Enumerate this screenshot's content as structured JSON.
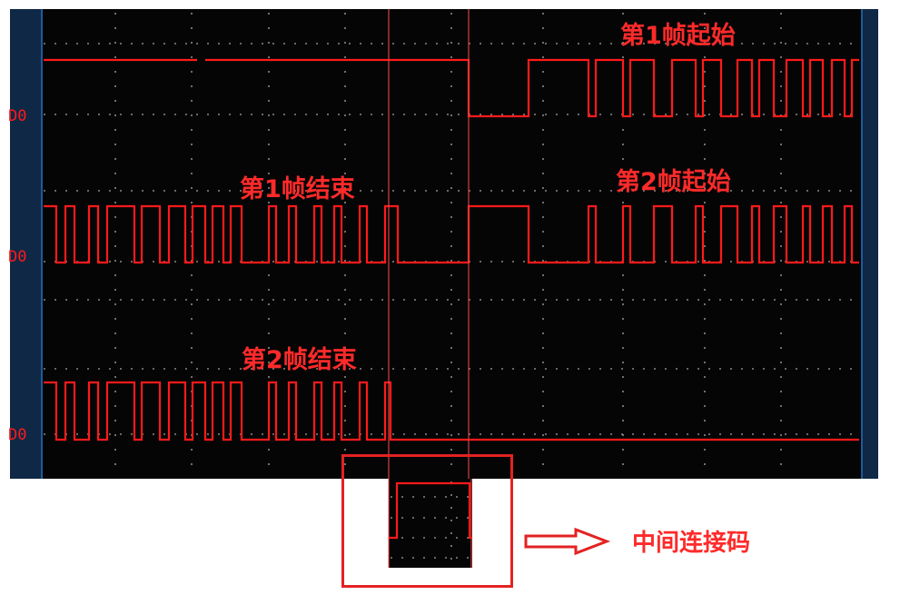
{
  "colors": {
    "screen_bg": "#050505",
    "side_panel": "#0f2846",
    "side_edge": "#1e5a9c",
    "grid": "#8a8a8a",
    "trace": "#ff1a1a",
    "cursor": "#ff4a4a",
    "annotation": "#ff2a2a",
    "highlight_box": "#e32222",
    "arrow": "#e32222"
  },
  "channels": [
    {
      "label": "D0"
    },
    {
      "label": "D0"
    },
    {
      "label": "D0"
    }
  ],
  "annotations": {
    "frame1_start": "第1帧起始",
    "frame1_end": "第1帧结束",
    "frame2_start": "第2帧起始",
    "frame2_end": "第2帧结束",
    "middle_code": "中间连接码"
  },
  "icons": {
    "pointer_arrow": "right-arrow-icon"
  }
}
